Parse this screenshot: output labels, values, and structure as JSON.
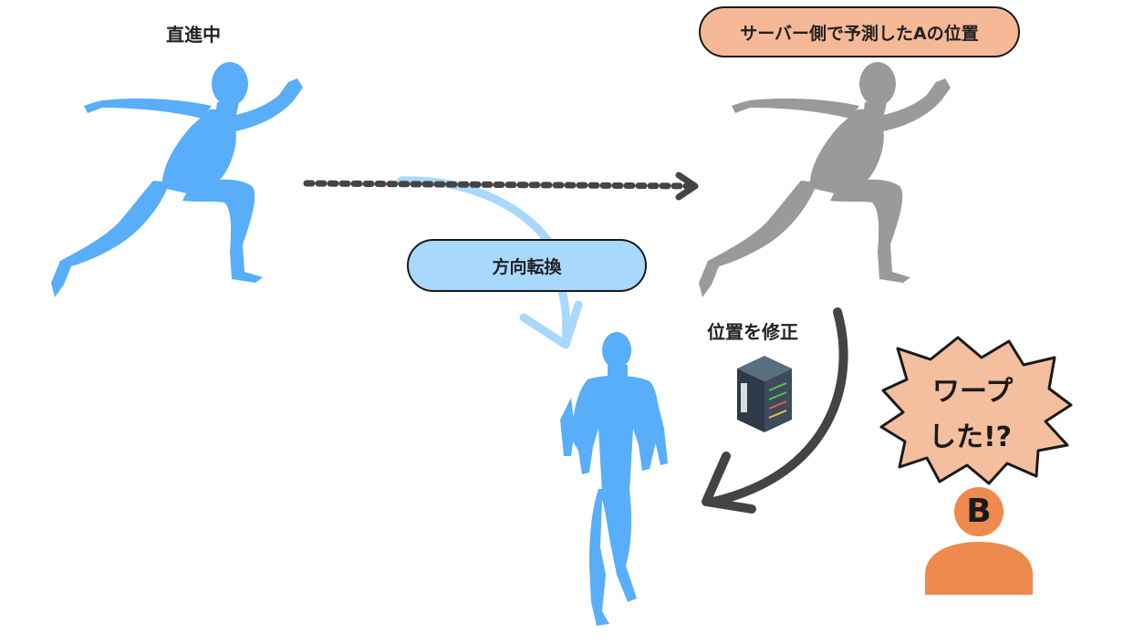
{
  "labels": {
    "straight": "直進中",
    "server_prediction": "サーバー側で予測したAの位置",
    "turn": "方向転換",
    "correct": "位置を修正",
    "warp_line1": "ワープ",
    "warp_line2": "した!?",
    "observer": "B"
  },
  "colors": {
    "runner": "#58aef8",
    "predicted": "#9a9a9a",
    "server_pill": "#f5b997",
    "turn_pill": "#a8d8fb",
    "burst": "#f3bf9e",
    "observer": "#ee8a4e",
    "arrow_dark": "#444444",
    "arrow_light": "#a8d8fb"
  },
  "icons": [
    "running-person-icon",
    "server-rack-icon",
    "person-avatar-icon"
  ]
}
